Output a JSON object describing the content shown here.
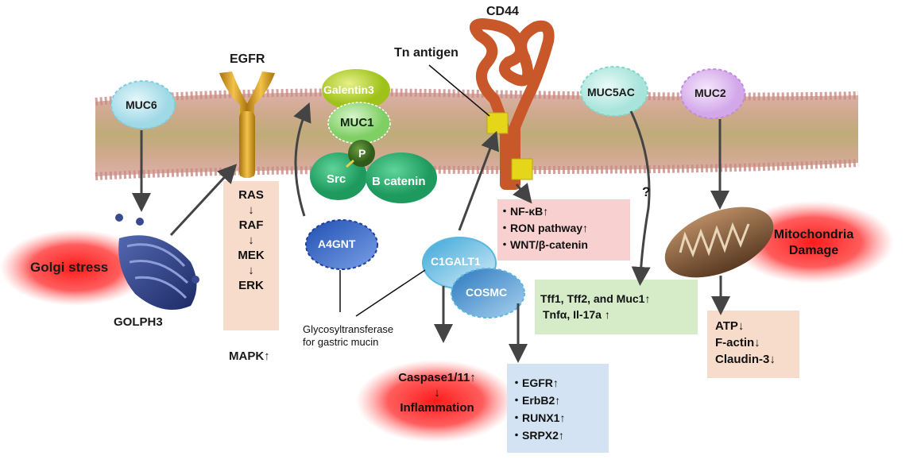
{
  "membrane_proteins": {
    "muc6": "MUC6",
    "egfr": "EGFR",
    "galectin3": "Galentin3",
    "muc1": "MUC1",
    "p": "P",
    "src": "Src",
    "b_catenin": "B catenin",
    "cd44": "CD44",
    "tn_antigen": "Tn antigen",
    "muc5ac": "MUC5AC",
    "muc2": "MUC2"
  },
  "golgi": {
    "stress": "Golgi stress",
    "golph3": "GOLPH3"
  },
  "mapk_cascade": {
    "items": [
      "RAS",
      "↓",
      "RAF",
      "↓",
      "MEK",
      "↓",
      "ERK"
    ],
    "label": "MAPK↑"
  },
  "enzymes": {
    "a4gnt": "A4GNT",
    "c1galt1": "C1GALT1",
    "cosmc": "COSMC",
    "glyco_note": [
      "Glycosyltransferase",
      "for gastric mucin"
    ]
  },
  "cd44_effects": [
    "・NF-κB↑",
    "・RON pathway↑",
    "・WNT/β-catenin"
  ],
  "inflammation": {
    "caspase": "Caspase1/11↑",
    "arrow": "↓",
    "label": "Inflammation"
  },
  "cosmc_effects": [
    "・EGFR↑",
    "・ErbB2↑",
    "・RUNX1↑",
    "・SRPX2↑"
  ],
  "muc5ac_effect": {
    "question": "?",
    "lines": [
      "Tff1, Tff2, and Muc1↑",
      "Tnfα, Il-17a ↑"
    ]
  },
  "mito": {
    "label": [
      "Mitochondria",
      "Damage"
    ],
    "effects": [
      "ATP↓",
      "F-actin↓",
      "Claudin-3↓"
    ]
  },
  "colors": {
    "pink_box": "#f9d0d0",
    "peach_box": "#f8dccb",
    "green_box": "#d6ecc9",
    "blue_box": "#d3e3f3",
    "red_glow": "#ff2a2a",
    "membrane": "#c9ad86",
    "egfr_gold": "#c9921a",
    "cd44_orange": "#c8582a"
  }
}
